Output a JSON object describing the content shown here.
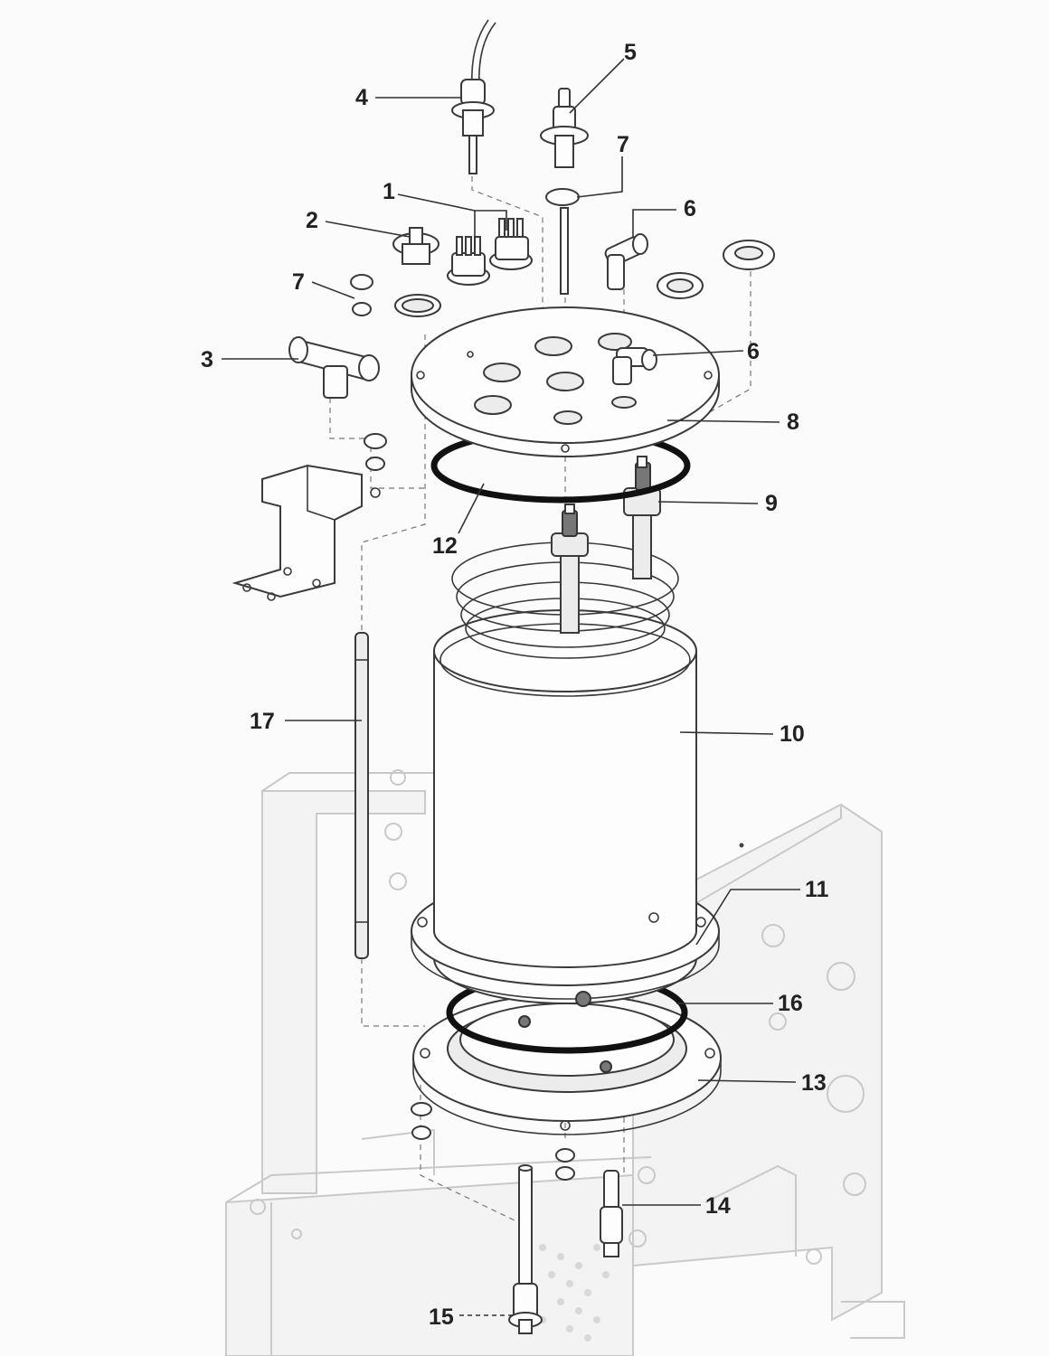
{
  "callouts": [
    {
      "id": "c1",
      "number": "1"
    },
    {
      "id": "c2",
      "number": "2"
    },
    {
      "id": "c3",
      "number": "3"
    },
    {
      "id": "c4",
      "number": "4"
    },
    {
      "id": "c5",
      "number": "5"
    },
    {
      "id": "c6a",
      "number": "6"
    },
    {
      "id": "c6b",
      "number": "6"
    },
    {
      "id": "c7a",
      "number": "7"
    },
    {
      "id": "c7b",
      "number": "7"
    },
    {
      "id": "c8",
      "number": "8"
    },
    {
      "id": "c9",
      "number": "9"
    },
    {
      "id": "c10",
      "number": "10"
    },
    {
      "id": "c11",
      "number": "11"
    },
    {
      "id": "c12",
      "number": "12"
    },
    {
      "id": "c13",
      "number": "13"
    },
    {
      "id": "c14",
      "number": "14"
    },
    {
      "id": "c15",
      "number": "15"
    },
    {
      "id": "c16",
      "number": "16"
    },
    {
      "id": "c17",
      "number": "17"
    }
  ]
}
